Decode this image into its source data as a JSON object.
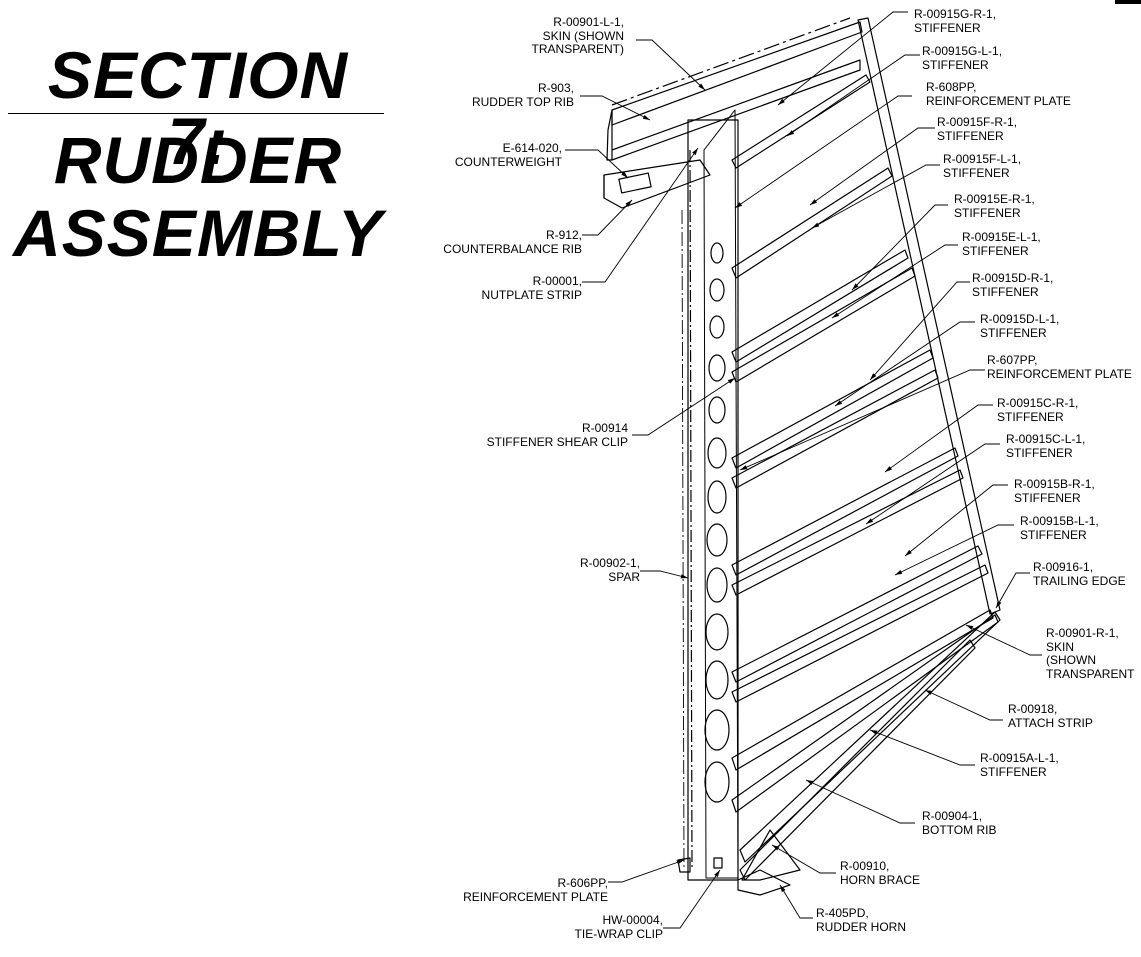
{
  "title": {
    "line1": "SECTION 7:",
    "line2": "RUDDER",
    "line3": "ASSEMBLY"
  },
  "callouts": {
    "skin_left": {
      "part": "R-00901-L-1,",
      "desc": "SKIN (SHOWN",
      "desc2": "TRANSPARENT)"
    },
    "top_rib": {
      "part": "R-903,",
      "desc": "RUDDER TOP RIB"
    },
    "counterweight": {
      "part": "E-614-020,",
      "desc": "COUNTERWEIGHT"
    },
    "counterbalance_rib": {
      "part": "R-912,",
      "desc": "COUNTERBALANCE RIB"
    },
    "nutplate_strip": {
      "part": "R-00001,",
      "desc": "NUTPLATE STRIP"
    },
    "shear_clip": {
      "part": "R-00914",
      "desc": "STIFFENER SHEAR CLIP"
    },
    "spar": {
      "part": "R-00902-1,",
      "desc": "SPAR"
    },
    "reinf_606": {
      "part": "R-606PP,",
      "desc": "REINFORCEMENT PLATE"
    },
    "tie_wrap": {
      "part": "HW-00004,",
      "desc": "TIE-WRAP CLIP"
    },
    "stiff_g_r": {
      "part": "R-00915G-R-1,",
      "desc": "STIFFENER"
    },
    "stiff_g_l": {
      "part": "R-00915G-L-1,",
      "desc": "STIFFENER"
    },
    "reinf_608": {
      "part": "R-608PP,",
      "desc": "REINFORCEMENT PLATE"
    },
    "stiff_f_r": {
      "part": "R-00915F-R-1,",
      "desc": "STIFFENER"
    },
    "stiff_f_l": {
      "part": "R-00915F-L-1,",
      "desc": "STIFFENER"
    },
    "stiff_e_r": {
      "part": "R-00915E-R-1,",
      "desc": "STIFFENER"
    },
    "stiff_e_l": {
      "part": "R-00915E-L-1,",
      "desc": "STIFFENER"
    },
    "stiff_d_r": {
      "part": "R-00915D-R-1,",
      "desc": "STIFFENER"
    },
    "stiff_d_l": {
      "part": "R-00915D-L-1,",
      "desc": "STIFFENER"
    },
    "reinf_607": {
      "part": "R-607PP,",
      "desc": "REINFORCEMENT PLATE"
    },
    "stiff_c_r": {
      "part": "R-00915C-R-1,",
      "desc": "STIFFENER"
    },
    "stiff_c_l": {
      "part": "R-00915C-L-1,",
      "desc": "STIFFENER"
    },
    "stiff_b_r": {
      "part": "R-00915B-R-1,",
      "desc": "STIFFENER"
    },
    "stiff_b_l": {
      "part": "R-00915B-L-1,",
      "desc": "STIFFENER"
    },
    "trailing_edge": {
      "part": "R-00916-1,",
      "desc": "TRAILING EDGE"
    },
    "skin_right": {
      "part": "R-00901-R-1,",
      "desc": "SKIN",
      "desc2": "(SHOWN",
      "desc3": "TRANSPARENT"
    },
    "attach_strip": {
      "part": "R-00918,",
      "desc": "ATTACH STRIP"
    },
    "stiff_a_l": {
      "part": "R-00915A-L-1,",
      "desc": "STIFFENER"
    },
    "bottom_rib": {
      "part": "R-00904-1,",
      "desc": "BOTTOM RIB"
    },
    "horn_brace": {
      "part": "R-00910,",
      "desc": "HORN BRACE"
    },
    "rudder_horn": {
      "part": "R-405PD,",
      "desc": "RUDDER HORN"
    }
  }
}
